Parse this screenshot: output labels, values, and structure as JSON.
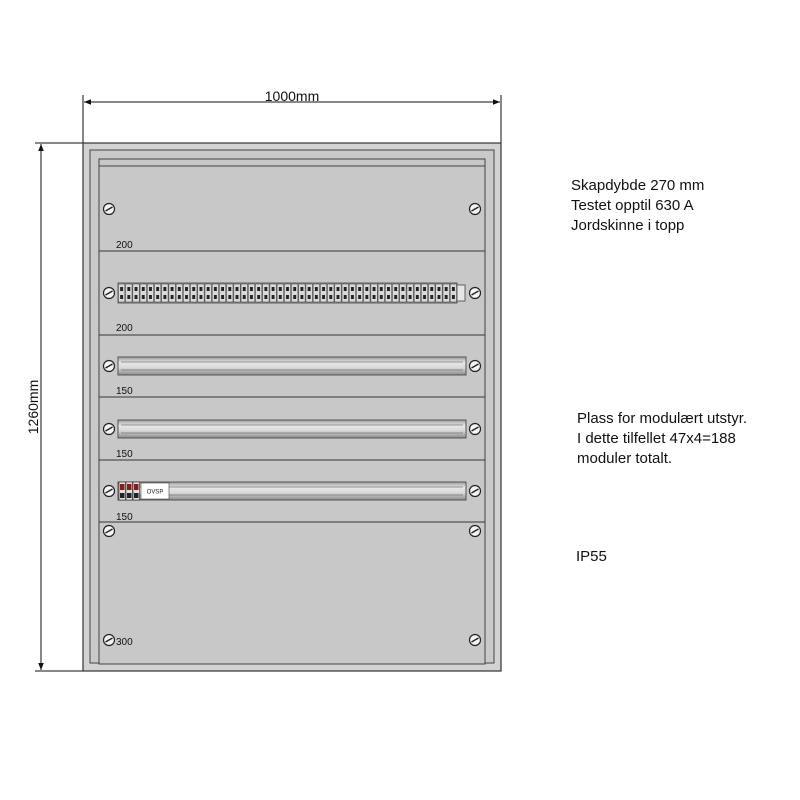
{
  "dimensions": {
    "width_label": "1000mm",
    "height_label": "1260mm"
  },
  "panels": [
    {
      "height_label": "200",
      "content": "blank"
    },
    {
      "height_label": "200",
      "content": "breakers"
    },
    {
      "height_label": "150",
      "content": "din-rail"
    },
    {
      "height_label": "150",
      "content": "din-rail"
    },
    {
      "height_label": "150",
      "content": "din-rail-with-device"
    },
    {
      "height_label": "300",
      "content": "blank"
    }
  ],
  "device_label": "OVSP",
  "breaker_module_count": 47,
  "notes": {
    "specs": [
      "Skapdybde 270 mm",
      "Testet opptil 630 A",
      "Jordskinne i topp"
    ],
    "modular": [
      "Plass for modulært utstyr.",
      "I dette tilfellet 47x4=188",
      "moduler totalt."
    ],
    "ip_rating": "IP55"
  },
  "colors": {
    "cabinet": "#d2d2d2",
    "panel": "#c8c8c8",
    "outline": "#333333",
    "rail": "#bdbdbd",
    "device_red": "#8b1a1a"
  }
}
